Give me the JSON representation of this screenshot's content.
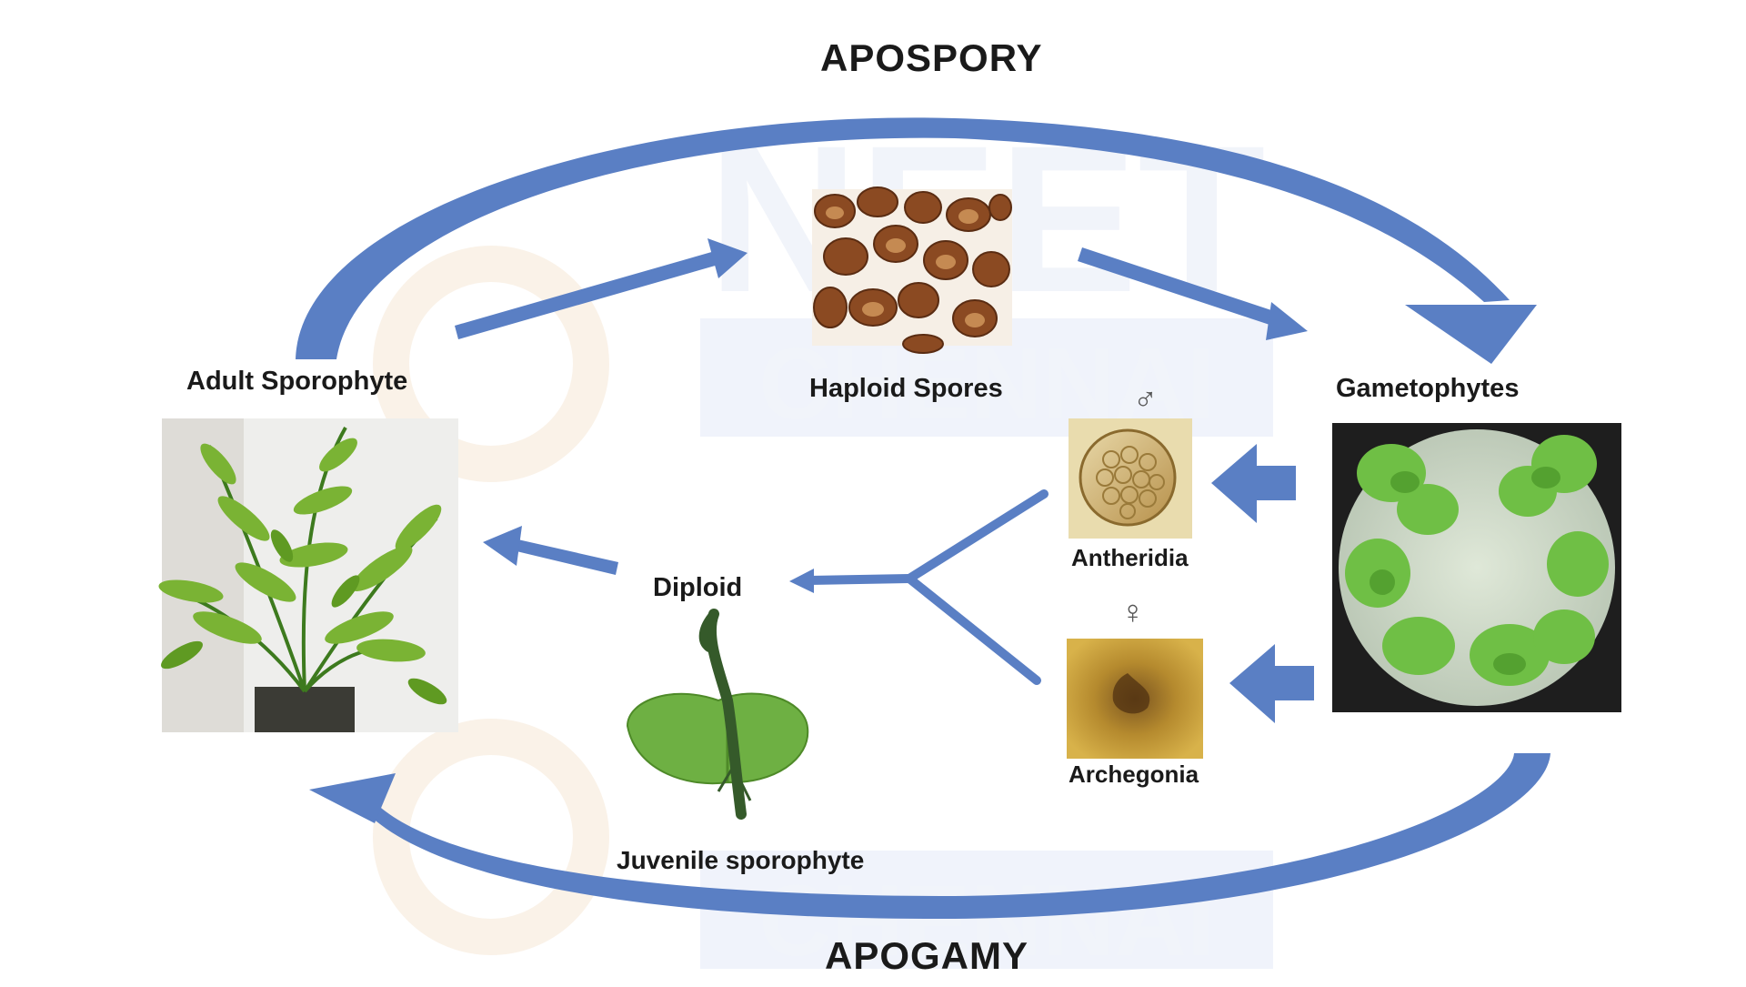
{
  "colors": {
    "arrow": "#5a7fc4",
    "arrow_dark": "#3f63ad",
    "watermark": "#e9eef8"
  },
  "title_top": "APOSPORY",
  "title_bottom": "APOGAMY",
  "nodes": {
    "adult": "Adult Sporophyte",
    "spores": "Haploid Spores",
    "gametophytes": "Gametophytes",
    "antheridia": "Antheridia",
    "archegonia": "Archegonia",
    "diploid": "Diploid",
    "juvenile": "Juvenile sporophyte"
  },
  "symbols": {
    "male": "♂",
    "female": "♀"
  },
  "watermark": {
    "top": "NEET",
    "bottom": "CHENNAI"
  }
}
